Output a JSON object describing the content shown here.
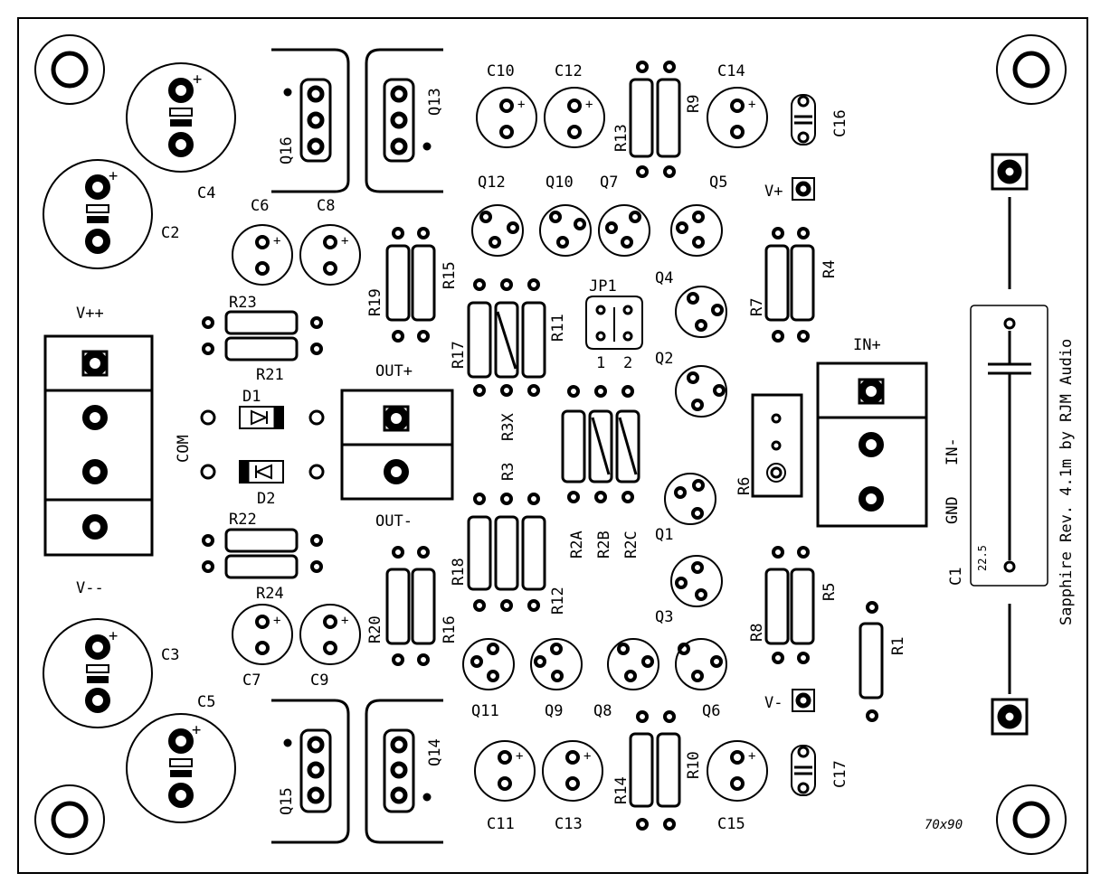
{
  "board": {
    "title": "Sapphire Rev. 4.1m by RJM Audio",
    "size_label": "70x90",
    "c1_value": "22.5"
  },
  "labels": {
    "c10": "C10",
    "c12": "C12",
    "c14": "C14",
    "c16": "C16",
    "c4": "C4",
    "c2": "C2",
    "c6": "C6",
    "c8": "C8",
    "c3": "C3",
    "c5": "C5",
    "c7": "C7",
    "c9": "C9",
    "c11": "C11",
    "c13": "C13",
    "c15": "C15",
    "c17": "C17",
    "c1": "C1",
    "q16": "Q16",
    "q13": "Q13",
    "q15": "Q15",
    "q14": "Q14",
    "q12": "Q12",
    "q10": "Q10",
    "q7": "Q7",
    "q5": "Q5",
    "q4": "Q4",
    "q2": "Q2",
    "q1": "Q1",
    "q3": "Q3",
    "q11": "Q11",
    "q9": "Q9",
    "q8": "Q8",
    "q6": "Q6",
    "r13": "R13",
    "r9": "R9",
    "r19": "R19",
    "r15": "R15",
    "r17": "R17",
    "r11": "R11",
    "r3x": "R3X",
    "r3": "R3",
    "r7": "R7",
    "r4": "R4",
    "r23": "R23",
    "r21": "R21",
    "r22": "R22",
    "r24": "R24",
    "r18": "R18",
    "r12": "R12",
    "r2a": "R2A",
    "r2b": "R2B",
    "r2c": "R2C",
    "r20": "R20",
    "r16": "R16",
    "r8": "R8",
    "r5": "R5",
    "r1": "R1",
    "r14": "R14",
    "r10": "R10",
    "r6": "R6",
    "d1": "D1",
    "d2": "D2",
    "jp1": "JP1",
    "jp_pin1": "1",
    "jp_pin2": "2",
    "vpp": "V++",
    "vmm": "V--",
    "com": "COM",
    "out_plus": "OUT+",
    "out_minus": "OUT-",
    "in_plus": "IN+",
    "in_minus": "IN-",
    "gnd": "GND",
    "v_plus": "V+",
    "v_minus": "V-"
  }
}
